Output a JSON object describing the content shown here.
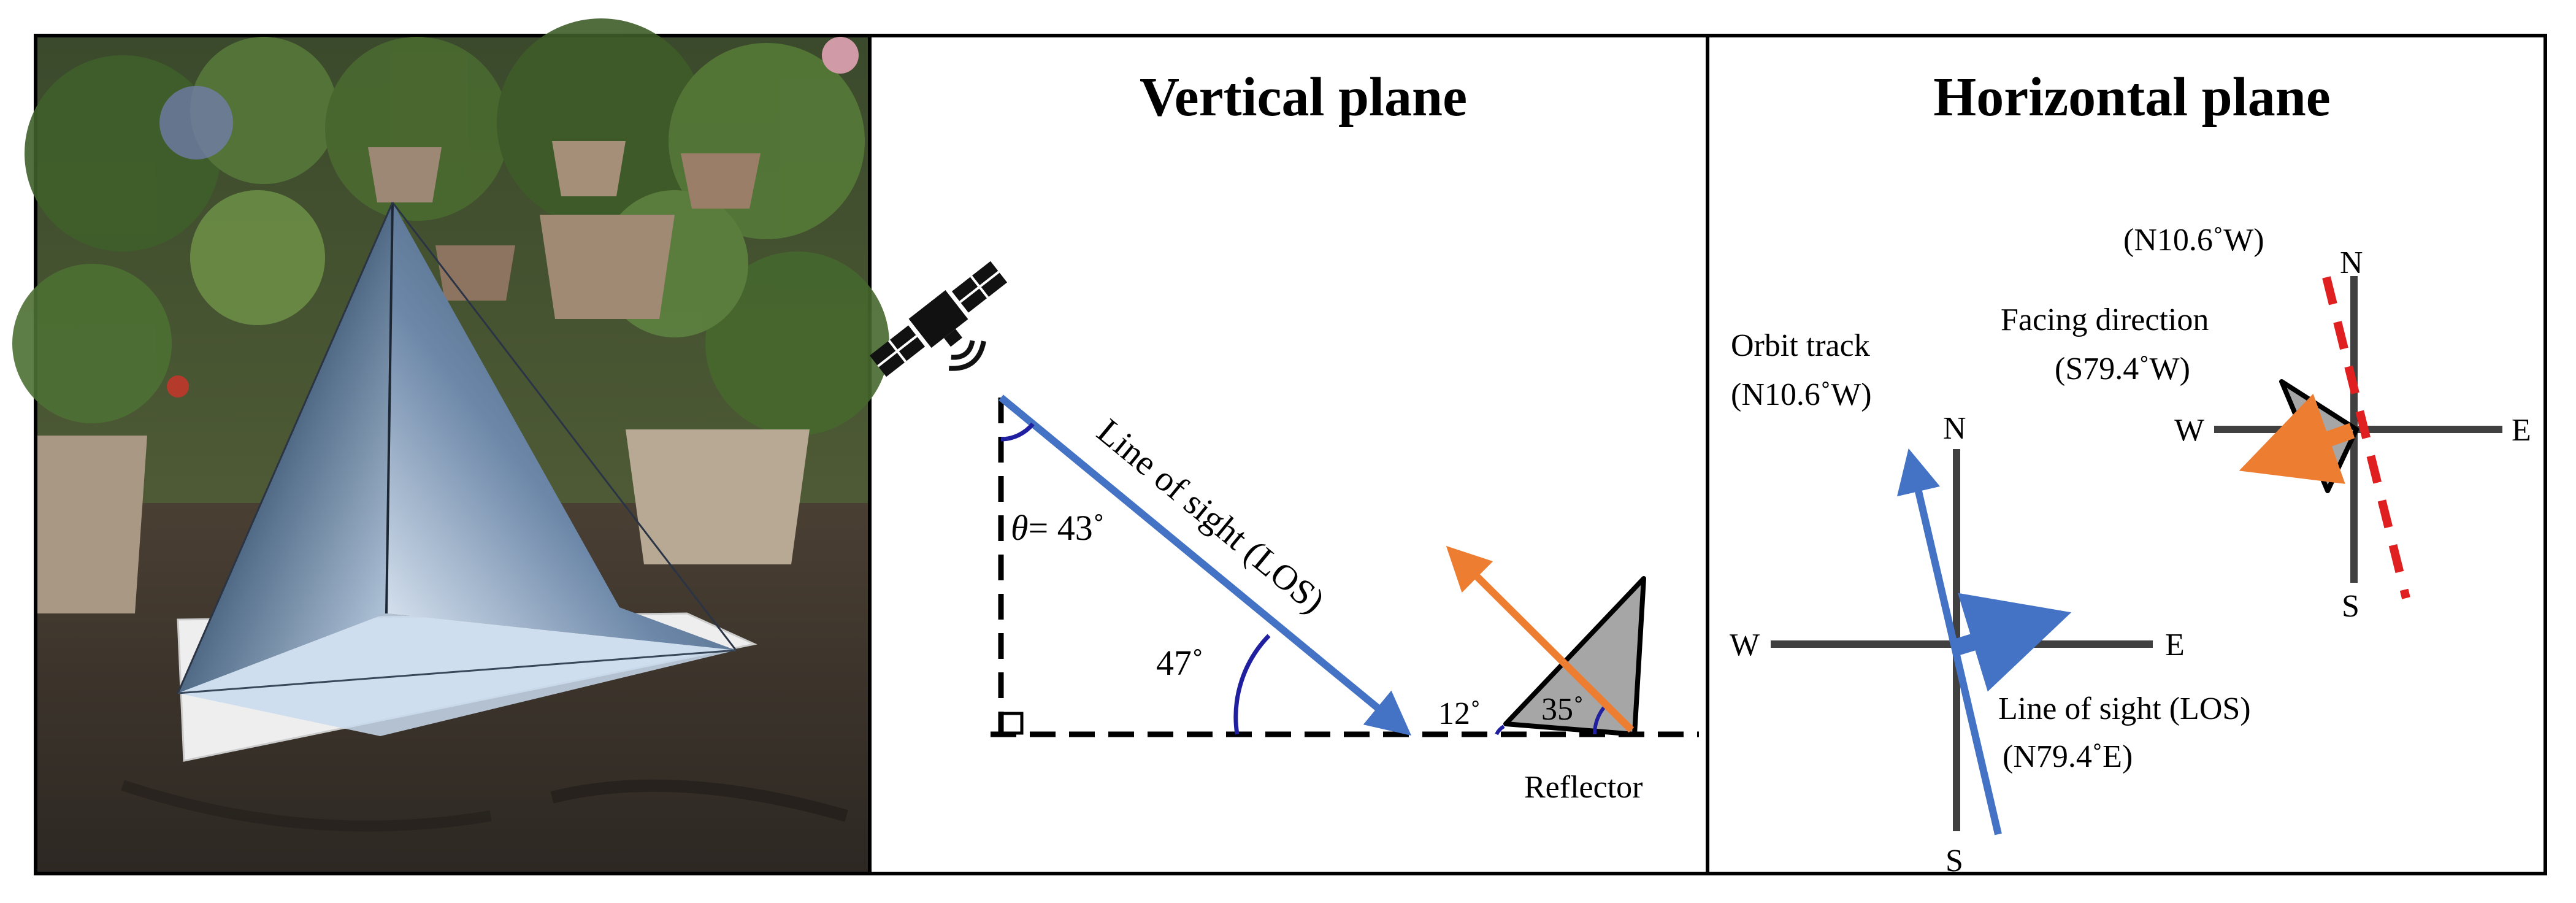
{
  "photo": {
    "caption": ""
  },
  "vertical_panel": {
    "title": "Vertical plane",
    "los_label": "Line of sight (LOS)",
    "theta_symbol": "θ",
    "theta_value": "= 43˚",
    "elevation_angle": "47˚",
    "base_angle": "12˚",
    "reflector_angle": "35˚",
    "reflector_label": "Reflector"
  },
  "horizontal_panel": {
    "title": "Horizontal plane",
    "orbit_label": "Orbit track",
    "orbit_bearing": "(N10.6˚W)",
    "facing_bearing_top": "(N10.6˚W)",
    "facing_label": "Facing direction",
    "facing_bearing": "(S79.4˚W)",
    "los_label": "Line of sight (LOS)",
    "los_bearing": "(N79.4˚E)",
    "compass_left": {
      "n": "N",
      "s": "S",
      "e": "E",
      "w": "W"
    },
    "compass_right": {
      "n": "N",
      "s": "S",
      "e": "E",
      "w": "W"
    }
  },
  "colors": {
    "los_blue": "#4472c4",
    "angle_arc": "#1f1f9f",
    "facing_orange": "#ed7d31",
    "normal_red": "#e02020",
    "axis_gray": "#404040",
    "reflector_gray": "#a6a6a6"
  }
}
